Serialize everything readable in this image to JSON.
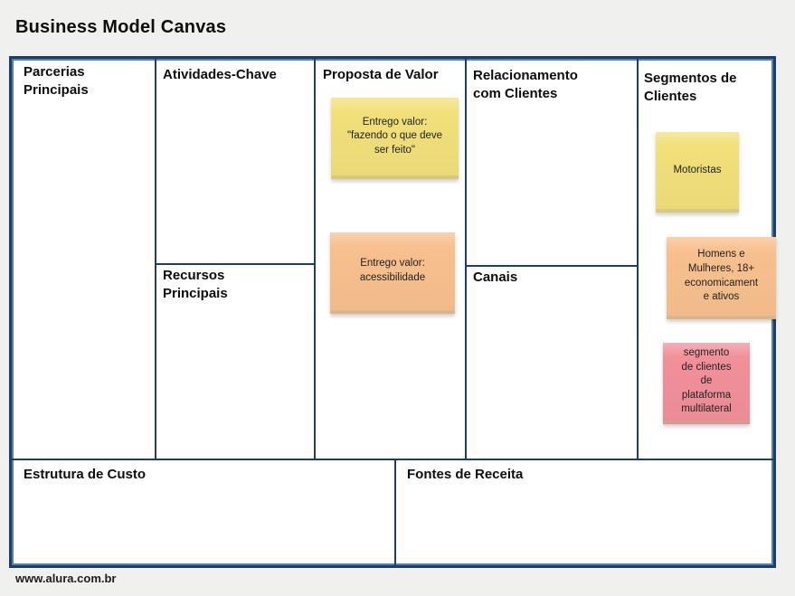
{
  "title": "Business Model Canvas",
  "footer": {
    "url_label": "www.alura.com.br"
  },
  "colors": {
    "page_background": "#f0f0ef",
    "canvas_background": "#ffffff",
    "border_dark_blue": "#1c3f63",
    "border_light_blue": "#4f81bd",
    "note_yellow": "#f2e07a",
    "note_orange": "#f8c08e",
    "note_pink": "#f2909a",
    "text": "#0d0d0d"
  },
  "canvas": {
    "sections": {
      "parcerias_principais": "Parcerias\nPrincipais",
      "atividades_chave": "Atividades-Chave",
      "recursos_principais": "Recursos\nPrincipais",
      "proposta_de_valor": "Proposta de Valor",
      "relacionamento_com_clientes": "Relacionamento\ncom Clientes",
      "canais": "Canais",
      "segmentos_de_clientes": "Segmentos de\nClientes",
      "estrutura_de_custo": "Estrutura de Custo",
      "fontes_de_receita": "Fontes de Receita"
    },
    "sticky_notes": [
      {
        "section": "proposta_de_valor",
        "text": "Entrego valor:\n\"fazendo o que deve\nser feito\"",
        "color": "#f2e07a"
      },
      {
        "section": "proposta_de_valor",
        "text": "Entrego valor:\nacessibilidade",
        "color": "#f8c08e"
      },
      {
        "section": "segmentos_de_clientes",
        "text": "Motoristas",
        "color": "#f2e07a"
      },
      {
        "section": "segmentos_de_clientes",
        "text": "Homens e\nMulheres, 18+\neconomicament\ne ativos",
        "color": "#f8c08e"
      },
      {
        "section": "segmentos_de_clientes",
        "text": "segmento\nde clientes\nde\nplataforma\nmultilateral",
        "color": "#f2909a"
      }
    ]
  }
}
